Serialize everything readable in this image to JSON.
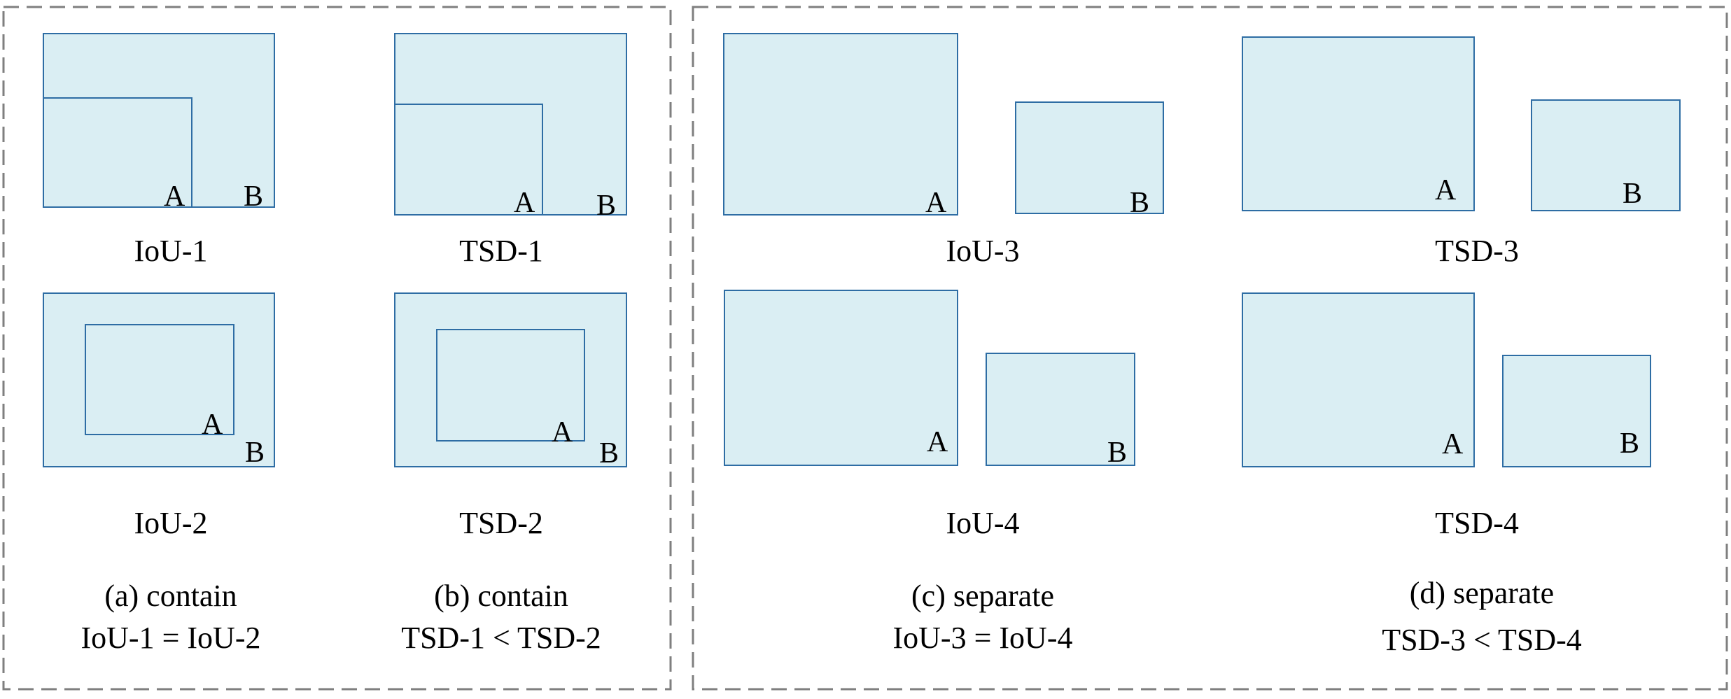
{
  "colors": {
    "box_fill": "#daeef3",
    "box_stroke": "#2e6da4",
    "frame_stroke": "#7f7f7f"
  },
  "labels": {
    "a": "A",
    "b": "B"
  },
  "panel_a": {
    "case1": "IoU-1",
    "case2": "IoU-2",
    "caption_line1": "(a) contain",
    "caption_line2": "IoU-1 = IoU-2"
  },
  "panel_b": {
    "case1": "TSD-1",
    "case2": "TSD-2",
    "caption_line1": "(b) contain",
    "caption_line2": "TSD-1 < TSD-2"
  },
  "panel_c": {
    "case1": "IoU-3",
    "case2": "IoU-4",
    "caption_line1": "(c) separate",
    "caption_line2": "IoU-3 = IoU-4"
  },
  "panel_d": {
    "case1": "TSD-3",
    "case2": "TSD-4",
    "caption_line1": "(d) separate",
    "caption_line2": "TSD-3 < TSD-4"
  }
}
